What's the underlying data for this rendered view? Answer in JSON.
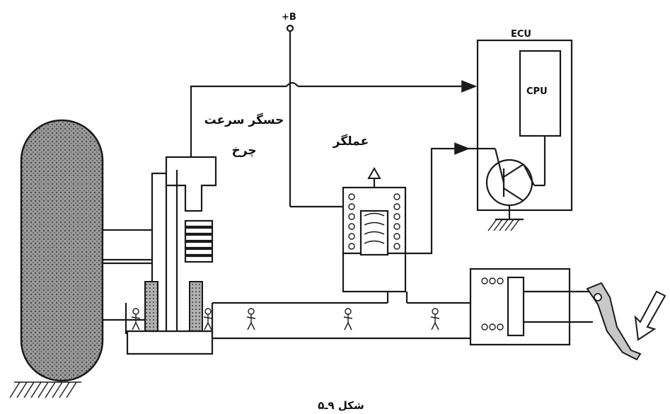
{
  "labels": {
    "supply": "+B",
    "ecu": "ECU",
    "cpu": "CPU",
    "wheel_sensor_line1": "حسگر سرعت",
    "wheel_sensor_line2": "چرخ",
    "actuator": "عملگر",
    "caption": "شکل ۹ـ۵"
  },
  "colors": {
    "ink": "#1a1a1a",
    "paper": "#ffffff",
    "tire_fill": "#8a8a8a"
  }
}
